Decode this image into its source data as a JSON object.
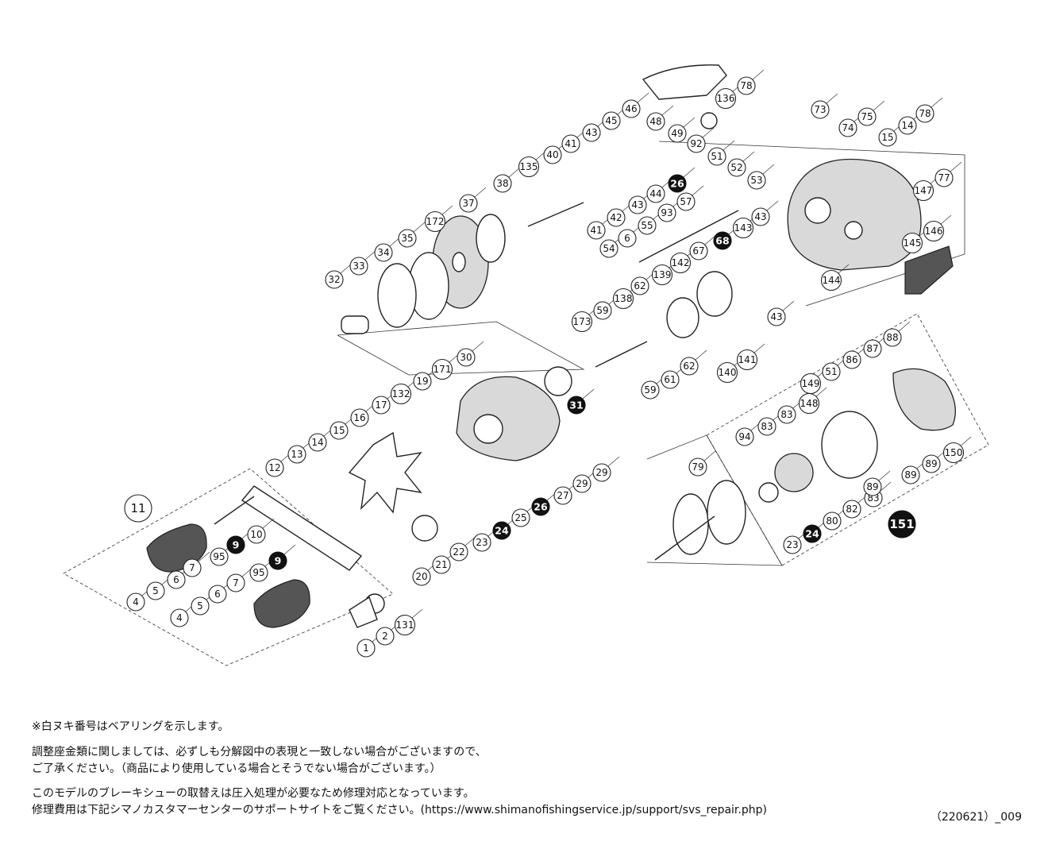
{
  "diagram": {
    "part_labels": [
      {
        "n": "1"
      },
      {
        "n": "2"
      },
      {
        "n": "4"
      },
      {
        "n": "4"
      },
      {
        "n": "5"
      },
      {
        "n": "5"
      },
      {
        "n": "6"
      },
      {
        "n": "6"
      },
      {
        "n": "6"
      },
      {
        "n": "7"
      },
      {
        "n": "7"
      },
      {
        "n": "10"
      },
      {
        "n": "12"
      },
      {
        "n": "13"
      },
      {
        "n": "14"
      },
      {
        "n": "14"
      },
      {
        "n": "15"
      },
      {
        "n": "15"
      },
      {
        "n": "16"
      },
      {
        "n": "17"
      },
      {
        "n": "19"
      },
      {
        "n": "20"
      },
      {
        "n": "21"
      },
      {
        "n": "22"
      },
      {
        "n": "23"
      },
      {
        "n": "23"
      },
      {
        "n": "25"
      },
      {
        "n": "27"
      },
      {
        "n": "29"
      },
      {
        "n": "29"
      },
      {
        "n": "30"
      },
      {
        "n": "32"
      },
      {
        "n": "33"
      },
      {
        "n": "34"
      },
      {
        "n": "35"
      },
      {
        "n": "37"
      },
      {
        "n": "38"
      },
      {
        "n": "40"
      },
      {
        "n": "41"
      },
      {
        "n": "41"
      },
      {
        "n": "42"
      },
      {
        "n": "43"
      },
      {
        "n": "43"
      },
      {
        "n": "43"
      },
      {
        "n": "43"
      },
      {
        "n": "44"
      },
      {
        "n": "45"
      },
      {
        "n": "46"
      },
      {
        "n": "48"
      },
      {
        "n": "49"
      },
      {
        "n": "51"
      },
      {
        "n": "51"
      },
      {
        "n": "52"
      },
      {
        "n": "53"
      },
      {
        "n": "54"
      },
      {
        "n": "55"
      },
      {
        "n": "57"
      },
      {
        "n": "59"
      },
      {
        "n": "59"
      },
      {
        "n": "61"
      },
      {
        "n": "62"
      },
      {
        "n": "62"
      },
      {
        "n": "67"
      },
      {
        "n": "73"
      },
      {
        "n": "74"
      },
      {
        "n": "75"
      },
      {
        "n": "77"
      },
      {
        "n": "78"
      },
      {
        "n": "78"
      },
      {
        "n": "79"
      },
      {
        "n": "80"
      },
      {
        "n": "82"
      },
      {
        "n": "83"
      },
      {
        "n": "83"
      },
      {
        "n": "83"
      },
      {
        "n": "86"
      },
      {
        "n": "87"
      },
      {
        "n": "88"
      },
      {
        "n": "89"
      },
      {
        "n": "89"
      },
      {
        "n": "89"
      },
      {
        "n": "92"
      },
      {
        "n": "93"
      },
      {
        "n": "94"
      },
      {
        "n": "95"
      },
      {
        "n": "95"
      },
      {
        "n": "131"
      },
      {
        "n": "132"
      },
      {
        "n": "135"
      },
      {
        "n": "136"
      },
      {
        "n": "138"
      },
      {
        "n": "139"
      },
      {
        "n": "140"
      },
      {
        "n": "141"
      },
      {
        "n": "142"
      },
      {
        "n": "143"
      },
      {
        "n": "144"
      },
      {
        "n": "145"
      },
      {
        "n": "146"
      },
      {
        "n": "147"
      },
      {
        "n": "148"
      },
      {
        "n": "149"
      },
      {
        "n": "150"
      },
      {
        "n": "171"
      },
      {
        "n": "172"
      },
      {
        "n": "173"
      }
    ],
    "bearing_labels": [
      {
        "n": "9"
      },
      {
        "n": "9"
      },
      {
        "n": "24"
      },
      {
        "n": "24"
      },
      {
        "n": "26"
      },
      {
        "n": "26"
      },
      {
        "n": "31"
      },
      {
        "n": "68"
      }
    ],
    "assembly_labels": [
      {
        "n": "11",
        "style": "outline"
      },
      {
        "n": "151",
        "style": "filled"
      }
    ]
  },
  "notes": {
    "line1": "※白ヌキ番号はベアリングを示します。",
    "line2": "調整座金類に関しましては、必ずしも分解図中の表現と一致しない場合がございますので、",
    "line3": "ご了承ください。（商品により使用している場合とそうでない場合がございます。）",
    "line4": "このモデルのブレーキシューの取替えは圧入処理が必要なため修理対応となっています。",
    "line5": "修理費用は下記シマノカスタマーセンターのサポートサイトをご覧ください。(https://www.shimanofishingservice.jp/support/svs_repair.php)"
  },
  "doc_code": "（220621）_009",
  "colors": {
    "ink": "#111111",
    "paper": "#ffffff",
    "shade": "#d9d9d9"
  }
}
